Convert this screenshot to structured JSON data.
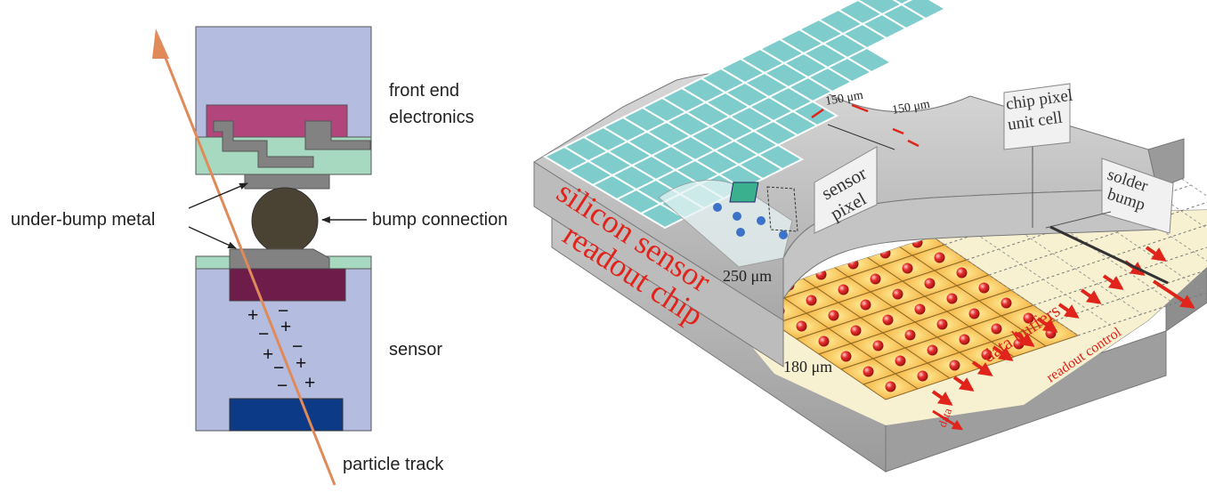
{
  "left": {
    "labels": {
      "front_end": "front end",
      "electronics": "electronics",
      "under_bump_metal": "under-bump metal",
      "bump_connection": "bump connection",
      "sensor": "sensor",
      "particle_track": "particle track"
    },
    "charges": [
      "+",
      "−",
      "−",
      "+",
      "−",
      "+",
      "+",
      "−",
      "+",
      "−",
      "+"
    ],
    "colors": {
      "chip_body": "#b4bcdf",
      "front_end_block": "#b3457d",
      "insulator": "#a7d9c0",
      "metal": "#828282",
      "bump": "#4a4233",
      "sensor_implant": "#6e1c4a",
      "backside": "#0d3a86",
      "track": "#e08a5a"
    }
  },
  "right": {
    "labels": {
      "silicon_sensor": "silicon sensor",
      "readout_chip": "readout chip",
      "sensor_thickness": "250 μm",
      "chip_thickness": "180 μm",
      "pitch_x": "150 μm",
      "pitch_y": "150 μm",
      "sensor_pixel_1": "sensor",
      "sensor_pixel_2": "pixel",
      "chip_pixel_1": "chip pixel",
      "chip_pixel_2": "unit cell",
      "solder_1": "solder",
      "solder_2": "bump",
      "data_buffers": "data buffers",
      "readout_control": "readout control",
      "data": "data"
    },
    "colors": {
      "sensor_tile": "#7fcccc",
      "chip_cell": "#f5a623",
      "bump": "#e53030",
      "label_red": "#e0241b",
      "buffer": "#f7f1d2",
      "grey": "#b3b3b3"
    }
  }
}
